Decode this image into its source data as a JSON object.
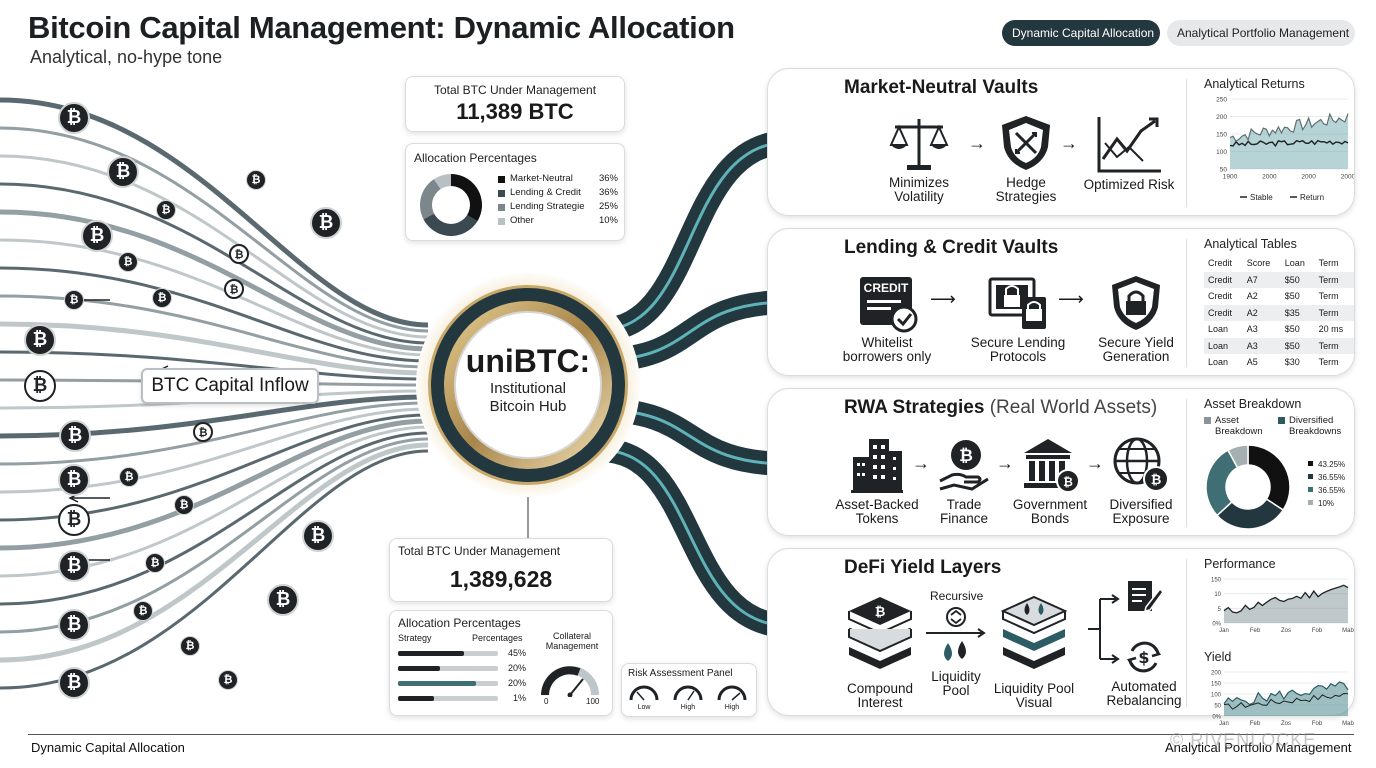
{
  "header": {
    "title": "Bitcoin Capital Management: Dynamic Allocation",
    "subtitle": "Analytical, no-hype tone",
    "pills": [
      "Dynamic Capital Allocation",
      "Analytical Portfolio Management"
    ]
  },
  "inflow_label": "BTC Capital Inflow",
  "coin_symbol": "₿",
  "hub": {
    "name": "uniBTC:",
    "desc_line1": "Institutional",
    "desc_line2": "Bitcoin Hub"
  },
  "top_total": {
    "label": "Total BTC Under Management",
    "value": "11,389 BTC"
  },
  "top_allocation": {
    "title": "Allocation Percentages",
    "items": [
      {
        "name": "Market-Neutral",
        "pct": "36%",
        "color": "#111111"
      },
      {
        "name": "Lending & Credit",
        "pct": "36%",
        "color": "#3a4a50"
      },
      {
        "name": "Lending Strategie",
        "pct": "25%",
        "color": "#7c878b"
      },
      {
        "name": "Other",
        "pct": "10%",
        "color": "#b8c0c3"
      }
    ]
  },
  "bottom_total": {
    "label": "Total BTC Under Management",
    "value": "1,389,628"
  },
  "bottom_allocation": {
    "title": "Allocation Percentages",
    "col_strategy": "Strategy",
    "col_percentages": "Percentages",
    "rows": [
      {
        "pct": "45%",
        "fill": 0.66
      },
      {
        "pct": "20%",
        "fill": 0.42
      },
      {
        "pct": "20%",
        "fill": 0.78
      },
      {
        "pct": "1%",
        "fill": 0.36
      }
    ],
    "collateral_title": "Collateral Management",
    "gauge_min": "0",
    "gauge_max": "100"
  },
  "risk_panel": {
    "title": "Risk Assessment Panel",
    "gauges": [
      "Low",
      "High",
      "High"
    ]
  },
  "vaults": [
    {
      "title": "Market-Neutral Vaults",
      "steps": [
        "Minimizes\nVolatility",
        "Hedge\nStrategies",
        "Optimized Risk"
      ],
      "icons": [
        "scales-icon",
        "shield-hedge-icon",
        "chart-trend-icon"
      ],
      "side_title": "Analytical Returns"
    },
    {
      "title": "Lending & Credit Vaults",
      "steps": [
        "Whitelist\nborrowers only",
        "Secure Lending\nProtocols",
        "Secure Yield\nGeneration"
      ],
      "icons": [
        "credit-card-check-icon",
        "locked-devices-icon",
        "lock-shield-icon"
      ],
      "credit_badge": "CREDIT",
      "side_title": "Analytical Tables"
    },
    {
      "title": "RWA Strategies",
      "title_suffix": "(Real World Assets)",
      "steps": [
        "Asset-Backed\nTokens",
        "Trade\nFinance",
        "Government\nBonds",
        "Diversified\nExposure"
      ],
      "icons": [
        "buildings-icon",
        "hand-coin-icon",
        "bank-icon",
        "globe-bitcoin-icon"
      ],
      "side_title": "Asset Breakdown"
    },
    {
      "title": "DeFi Yield Layers",
      "steps": [
        "Compound\nInterest",
        "Liquidity\nPool",
        "Liquidity Pool\nVisual",
        "Automated\nRebalancing"
      ],
      "icons": [
        "stacked-layers-icon",
        "liquidity-drops-icon",
        "pool-layers-icon",
        "rebalance-icon"
      ],
      "recursive_label": "Recursive",
      "side_title": "Performance",
      "side_title2": "Yield"
    }
  ],
  "returns_chart": {
    "y_ticks": [
      "250",
      "200",
      "150",
      "100",
      "50"
    ],
    "x_ticks": [
      "1900",
      "2000",
      "2000",
      "2000"
    ],
    "legend": [
      "Stable",
      "Return"
    ]
  },
  "credit_table": {
    "headers": [
      "Credit",
      "Score",
      "Loan",
      "Term"
    ],
    "rows": [
      [
        "Credit",
        "A7",
        "$50",
        "Term"
      ],
      [
        "Credit",
        "A2",
        "$50",
        "Term"
      ],
      [
        "Credit",
        "A2",
        "$35",
        "Term"
      ],
      [
        "Loan",
        "A3",
        "$50",
        "20 ms"
      ],
      [
        "Loan",
        "A3",
        "$50",
        "Term"
      ],
      [
        "Loan",
        "A5",
        "$30",
        "Term"
      ]
    ]
  },
  "asset_breakdown": {
    "legend": [
      {
        "name": "Asset\nBreakdown",
        "color": "#8a9498"
      },
      {
        "name": "Diversified\nBreakdowns",
        "color": "#2e5a62"
      }
    ],
    "slices": [
      {
        "pct": "43.25%",
        "value": 43.25,
        "color": "#111111"
      },
      {
        "pct": "36.55%",
        "value": 36.55,
        "color": "#23373f"
      },
      {
        "pct": "36.55%",
        "value": 36.55,
        "color": "#3f6e74"
      },
      {
        "pct": "10%",
        "value": 10,
        "color": "#a5aeb1"
      }
    ]
  },
  "performance_chart": {
    "y_ticks": [
      "150",
      "10",
      "5",
      "0%"
    ],
    "x_ticks": [
      "Jan",
      "Feb",
      "Zos",
      "Fob",
      "Mab"
    ]
  },
  "yield_chart": {
    "y_ticks": [
      "200",
      "150",
      "100",
      "50",
      "0%"
    ],
    "x_ticks": [
      "Jan",
      "Feb",
      "Zos",
      "Fob",
      "Mab"
    ]
  },
  "footer": {
    "left": "Dynamic Capital Allocation",
    "right": "Analytical Portfolio Management"
  },
  "watermark": "© RIVENLOCKE",
  "colors": {
    "dark_teal": "#23373f",
    "accent_teal": "#5fb3b8",
    "gold": "#c7a86a"
  }
}
